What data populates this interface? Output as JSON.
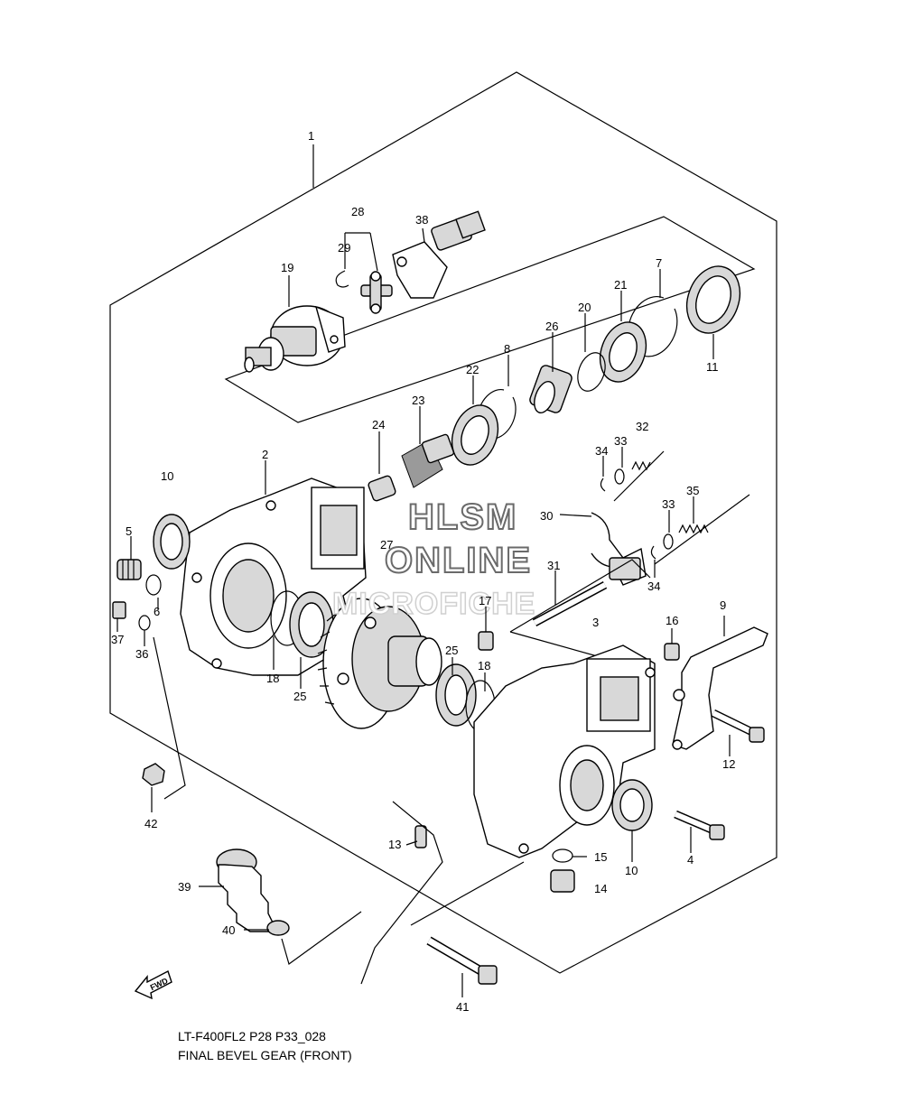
{
  "diagram": {
    "code": "LT-F400FL2 P28 P33_028",
    "title": "FINAL BEVEL GEAR (FRONT)",
    "direction_arrow": "FWD",
    "watermark": [
      "HLSM",
      "ONLINE",
      "MICROFICHE"
    ]
  },
  "callouts": [
    {
      "id": "c1",
      "text": "1"
    },
    {
      "id": "c2",
      "text": "2"
    },
    {
      "id": "c3",
      "text": "3"
    },
    {
      "id": "c4",
      "text": "4"
    },
    {
      "id": "c5",
      "text": "5"
    },
    {
      "id": "c6",
      "text": "6"
    },
    {
      "id": "c7",
      "text": "7"
    },
    {
      "id": "c8",
      "text": "8"
    },
    {
      "id": "c9",
      "text": "9"
    },
    {
      "id": "c10a",
      "text": "10"
    },
    {
      "id": "c10b",
      "text": "10"
    },
    {
      "id": "c11",
      "text": "11"
    },
    {
      "id": "c12",
      "text": "12"
    },
    {
      "id": "c13",
      "text": "13"
    },
    {
      "id": "c14",
      "text": "14"
    },
    {
      "id": "c15",
      "text": "15"
    },
    {
      "id": "c16",
      "text": "16"
    },
    {
      "id": "c17",
      "text": "17"
    },
    {
      "id": "c18a",
      "text": "18"
    },
    {
      "id": "c18b",
      "text": "18"
    },
    {
      "id": "c19",
      "text": "19"
    },
    {
      "id": "c20",
      "text": "20"
    },
    {
      "id": "c21",
      "text": "21"
    },
    {
      "id": "c22",
      "text": "22"
    },
    {
      "id": "c23",
      "text": "23"
    },
    {
      "id": "c24",
      "text": "24"
    },
    {
      "id": "c25a",
      "text": "25"
    },
    {
      "id": "c25b",
      "text": "25"
    },
    {
      "id": "c26",
      "text": "26"
    },
    {
      "id": "c27",
      "text": "27"
    },
    {
      "id": "c28",
      "text": "28"
    },
    {
      "id": "c29",
      "text": "29"
    },
    {
      "id": "c30",
      "text": "30"
    },
    {
      "id": "c31",
      "text": "31"
    },
    {
      "id": "c32",
      "text": "32"
    },
    {
      "id": "c33a",
      "text": "33"
    },
    {
      "id": "c33b",
      "text": "33"
    },
    {
      "id": "c34a",
      "text": "34"
    },
    {
      "id": "c34b",
      "text": "34"
    },
    {
      "id": "c35",
      "text": "35"
    },
    {
      "id": "c36",
      "text": "36"
    },
    {
      "id": "c37",
      "text": "37"
    },
    {
      "id": "c38",
      "text": "38"
    },
    {
      "id": "c39",
      "text": "39"
    },
    {
      "id": "c40",
      "text": "40"
    },
    {
      "id": "c41",
      "text": "41"
    },
    {
      "id": "c42",
      "text": "42"
    }
  ]
}
